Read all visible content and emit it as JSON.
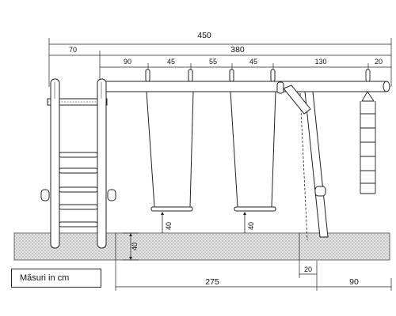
{
  "dimensions": {
    "overall_width": "450",
    "ladder_section": "70",
    "beam_section": "380",
    "gap_1": "90",
    "seat_1": "45",
    "gap_2": "55",
    "seat_2": "45",
    "gap_3": "130",
    "end_gap": "20",
    "seat_height_1": "40",
    "seat_height_2": "40",
    "ground_depth": "40",
    "leg_offset": "20",
    "base_span": "275",
    "brace_span": "90"
  },
  "legend": {
    "label": "Măsuri in cm"
  },
  "colors": {
    "line": "#222222",
    "ground": "#d9d9d9",
    "wood": "#ffffff"
  }
}
